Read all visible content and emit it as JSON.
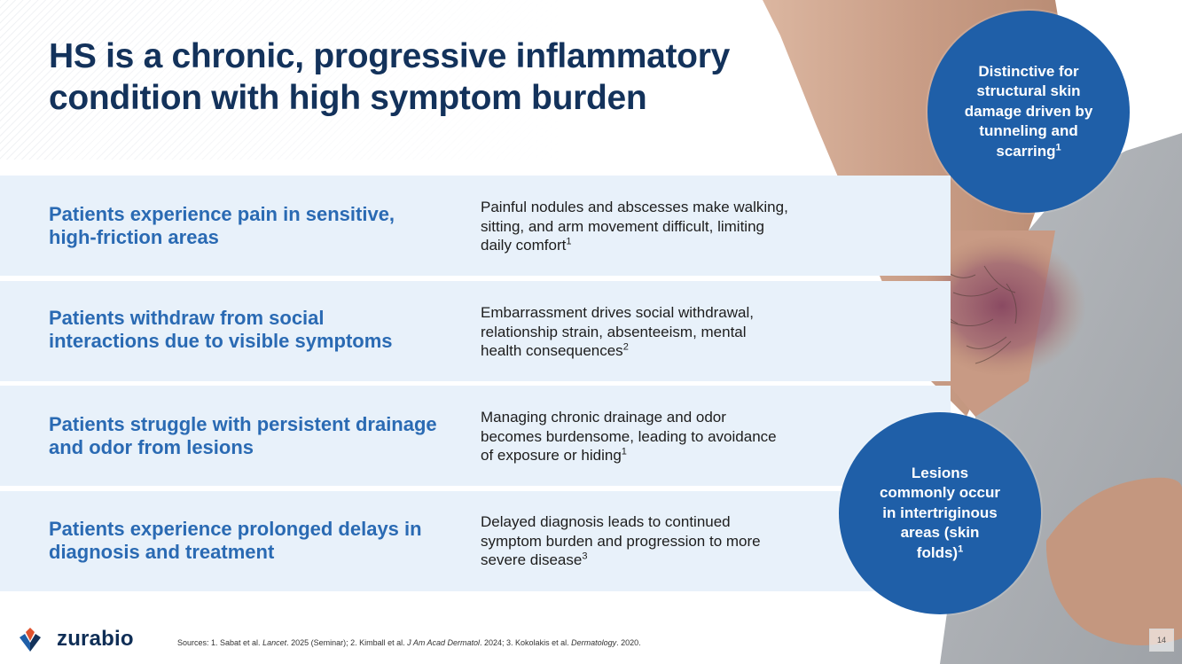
{
  "slide": {
    "title": "HS is a chronic, progressive inflammatory condition with high symptom burden",
    "page_number": "14"
  },
  "rows": [
    {
      "lead": "Patients experience pain in sensitive, high-friction areas",
      "desc": "Painful nodules and abscesses make walking, sitting, and arm movement difficult, limiting daily comfort",
      "ref": "1"
    },
    {
      "lead": "Patients withdraw from social interactions due to visible symptoms",
      "desc": "Embarrassment drives social withdrawal, relationship strain, absenteeism, mental health consequences",
      "ref": "2"
    },
    {
      "lead": "Patients struggle with persistent drainage and odor from lesions",
      "desc": "Managing chronic drainage and odor becomes burdensome, leading to avoidance of exposure or hiding",
      "ref": "1"
    },
    {
      "lead": "Patients experience prolonged delays in diagnosis and treatment",
      "desc": "Delayed diagnosis leads to continued symptom burden and progression to more severe disease",
      "ref": "3"
    }
  ],
  "callouts": {
    "top": {
      "text": "Distinctive for structural skin damage driven by tunneling and scarring",
      "ref": "1"
    },
    "bottom": {
      "text": "Lesions commonly occur in intertriginous areas (skin folds)",
      "ref": "1"
    }
  },
  "footer": {
    "logo_text": "zurabio",
    "sources_prefix": "Sources: 1. Sabat et al. ",
    "sources_j1": "Lancet",
    "sources_mid1": ". 2025 (Seminar); 2. Kimball et al. ",
    "sources_j2": "J Am Acad Dermatol",
    "sources_mid2": ". 2024; 3. Kokolakis et al. ",
    "sources_j3": "Dermatology",
    "sources_end": ". 2020."
  },
  "colors": {
    "title": "#13325b",
    "lead_text": "#2a6ab3",
    "row_bg": "#e8f1fa",
    "callout_bg": "#1f5fa8"
  }
}
